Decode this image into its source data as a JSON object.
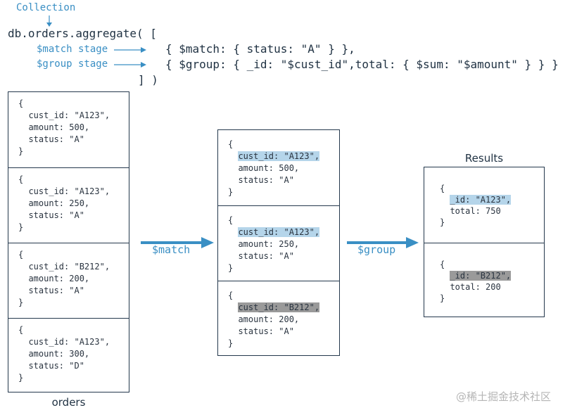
{
  "header": {
    "collection_label": "Collection",
    "line1": "db.orders.aggregate( [",
    "match_label": "$match stage",
    "match_code": "{ $match: { status: \"A\" } },",
    "group_label": "$group stage",
    "group_code": "{ $group: { _id: \"$cust_id\",total: { $sum: \"$amount\" } } }",
    "closing": "] )"
  },
  "orders": {
    "caption": "orders",
    "docs": [
      [
        "{",
        "  cust_id: \"A123\",",
        "  amount: 500,",
        "  status: \"A\"",
        "}"
      ],
      [
        "{",
        "  cust_id: \"A123\",",
        "  amount: 250,",
        "  status: \"A\"",
        "}"
      ],
      [
        "{",
        "  cust_id: \"B212\",",
        "  amount: 200,",
        "  status: \"A\"",
        "}"
      ],
      [
        "{",
        "  cust_id: \"A123\",",
        "  amount: 300,",
        "  status: \"D\"",
        "}"
      ]
    ]
  },
  "arrow_match_label": "$match",
  "matched": {
    "docs": [
      [
        "{",
        "  cust_id: \"A123\",",
        "  amount: 500,",
        "  status: \"A\"",
        "}"
      ],
      [
        "{",
        "  cust_id: \"A123\",",
        "  amount: 250,",
        "  status: \"A\"",
        "}"
      ],
      [
        "{",
        "  cust_id: \"B212\",",
        "  amount: 200,",
        "  status: \"A\"",
        "}"
      ]
    ],
    "highlight": [
      "blue",
      "blue",
      "gray"
    ]
  },
  "arrow_group_label": "$group",
  "results": {
    "caption": "Results",
    "docs": [
      [
        "{",
        "  _id: \"A123\",",
        "  total: 750",
        "}"
      ],
      [
        "{",
        "  _id: \"B212\",",
        "  total: 200",
        "}"
      ]
    ],
    "highlight": [
      "blue",
      "gray"
    ]
  },
  "watermark": "@稀土掘金技术社区",
  "colors": {
    "accent": "#3a8fc4",
    "highlight_blue": "#b5d5ea",
    "highlight_gray": "#9a9a9a",
    "border": "#24384c"
  }
}
